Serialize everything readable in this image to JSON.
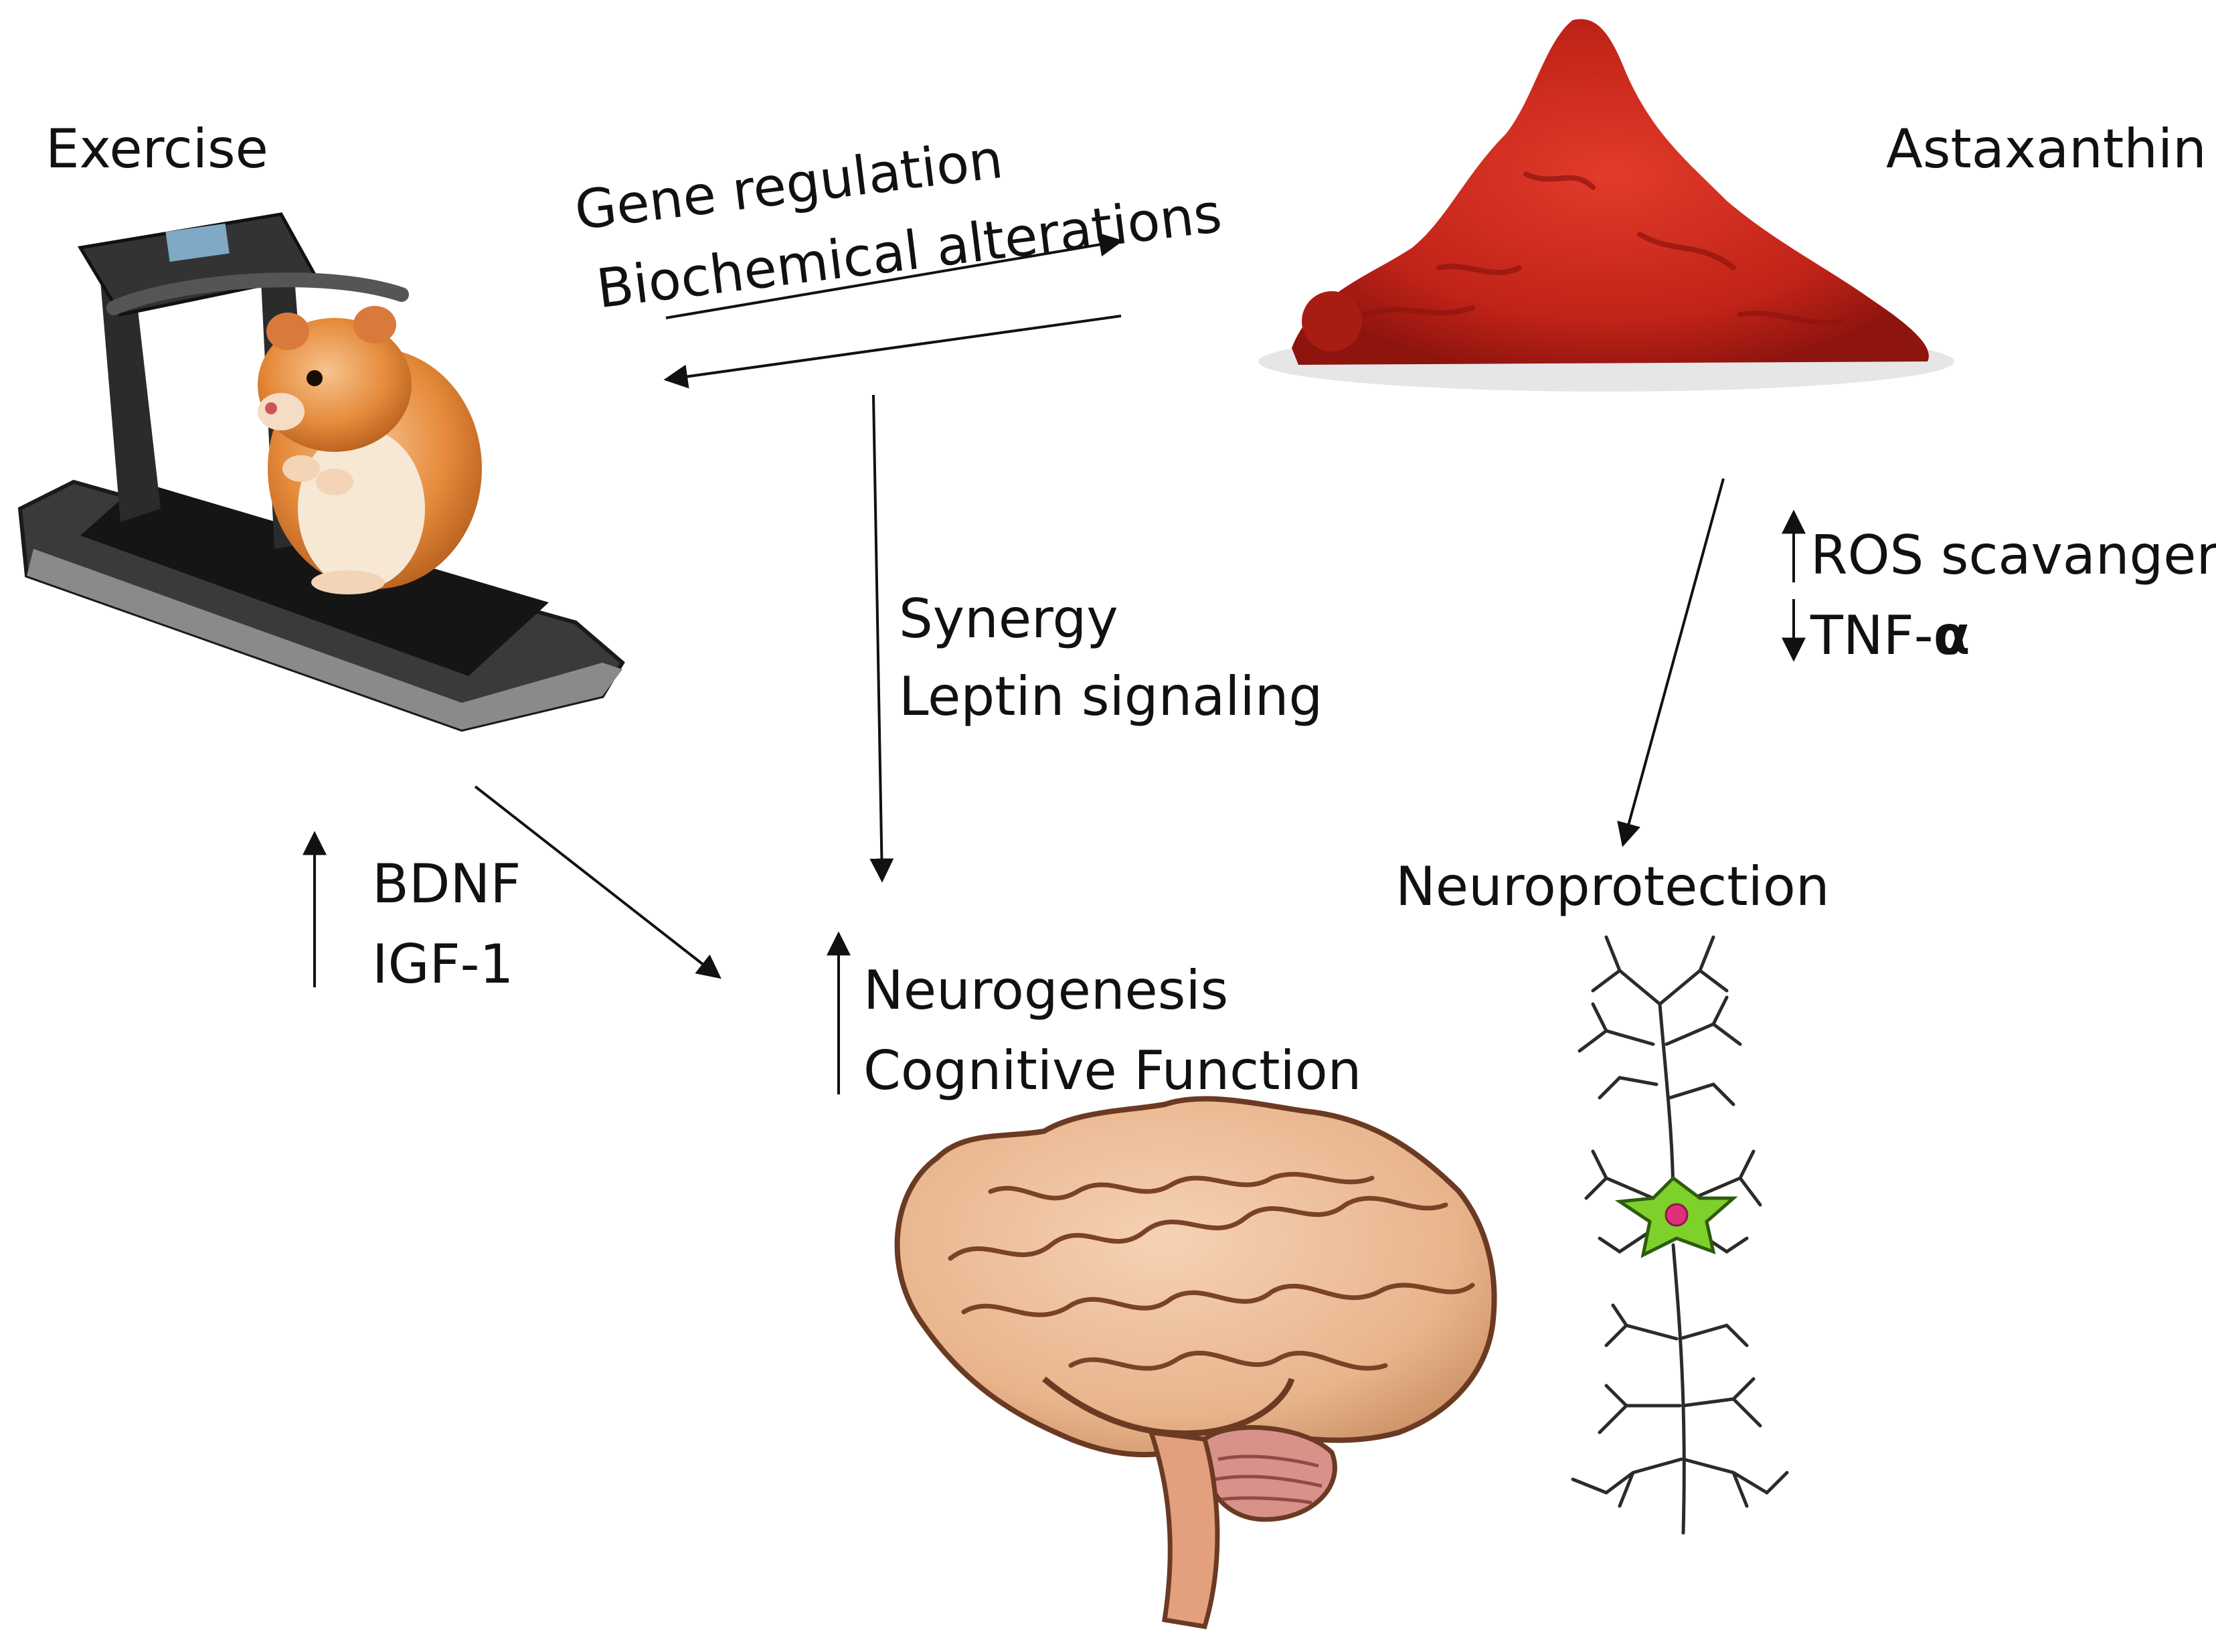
{
  "labels": {
    "exercise": "Exercise",
    "astaxanthin": "Astaxanthin",
    "gene_regulation": "Gene regulation",
    "biochemical_alterations": "Biochemical alterations",
    "synergy": "Synergy",
    "leptin_signaling": "Leptin signaling",
    "ros_scavenger": "ROS scavanger",
    "tnf_prefix": "TNF-",
    "tnf_alpha": "α",
    "neuroprotection": "Neuroprotection",
    "bdnf": "BDNF",
    "igf1": "IGF-1",
    "neurogenesis": "Neurogenesis",
    "cognitive_function": "Cognitive Function"
  },
  "colors": {
    "powder": "#c8281e",
    "powder_dark": "#8e140e",
    "brain": "#e8b48c",
    "brain_outline": "#6b3a22",
    "hamster": "#e58a3a",
    "neuron_body": "#7ed12a",
    "neuron_nucleus": "#e0307a",
    "treadmill": "#2b2b2b",
    "text": "#111111"
  }
}
